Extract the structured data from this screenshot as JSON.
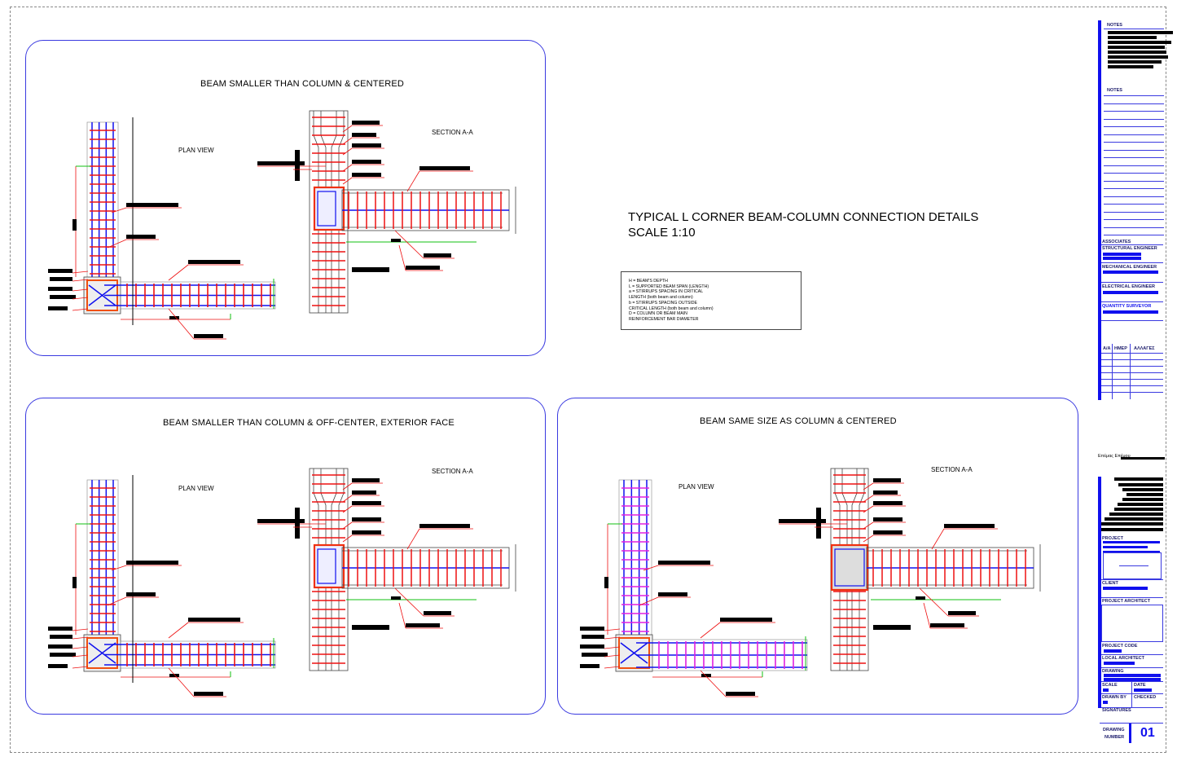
{
  "sheet": {
    "main_title_line1": "TYPICAL L CORNER BEAM-COLUMN CONNECTION DETAILS",
    "main_title_line2": "SCALE 1:10"
  },
  "legend": [
    "H = BEAM'S DEPTH",
    "L = SUPPORTED BEAM SPAN (LENGTH)",
    "a = STIRRUPS SPACING IN CRITICAL",
    "LENGTH (both beam and column)",
    "b = STIRRUPS SPACING OUTSIDE",
    "CRITICAL LENGTH (both beam and column)",
    "D = COLUMN OR BEAM MAIN",
    "REINFORCEMENT BAR DIAMETER"
  ],
  "panels": [
    {
      "title": "BEAM SMALLER THAN COLUMN & CENTERED",
      "plan_label": "PLAN VIEW",
      "section_label": "SECTION A-A"
    },
    {
      "title": "BEAM SMALLER THAN COLUMN & OFF-CENTER, EXTERIOR FACE",
      "plan_label": "PLAN VIEW",
      "section_label": "SECTION A-A"
    },
    {
      "title": "BEAM SAME SIZE AS COLUMN & CENTERED",
      "plan_label": "PLAN VIEW",
      "section_label": "SECTION A-A"
    }
  ],
  "title_block": {
    "notes_1": "NOTES",
    "notes_2": "NOTES",
    "associates": "ASSOCIATES",
    "structural_engineer": "STRUCTURAL ENGINEER",
    "mechanical_engineer": "MECHANICAL ENGINEER",
    "electrical_engineer": "ELECTRICAL ENGINEER",
    "quantity_surveyor": "QUANTITY SURVEYOR",
    "rev_col_1": "A/A",
    "rev_col_2": "HMEP",
    "rev_col_3": "ΑΛΛΑΓΕΣ",
    "firm": "Επέμας Επέμου",
    "project": "PROJECT",
    "client": "CLIENT",
    "project_architect": "PROJECT ARCHITECT",
    "project_code": "PROJECT CODE",
    "local_architect": "LOCAL ARCHITECT",
    "drawing": "DRAWING",
    "scale": "SCALE",
    "date": "DATE",
    "drawn_by": "DRAWN BY",
    "checked": "CHECKED",
    "signatures": "SIGNATURES",
    "drawing_number_label_1": "DRAWING",
    "drawing_number_label_2": "NUMBER",
    "drawing_number": "01"
  },
  "colors": {
    "frame": "#3a3ae0",
    "rebar": "#1010ee",
    "stirrup": "#ee1010",
    "dimension": "#10c010"
  }
}
